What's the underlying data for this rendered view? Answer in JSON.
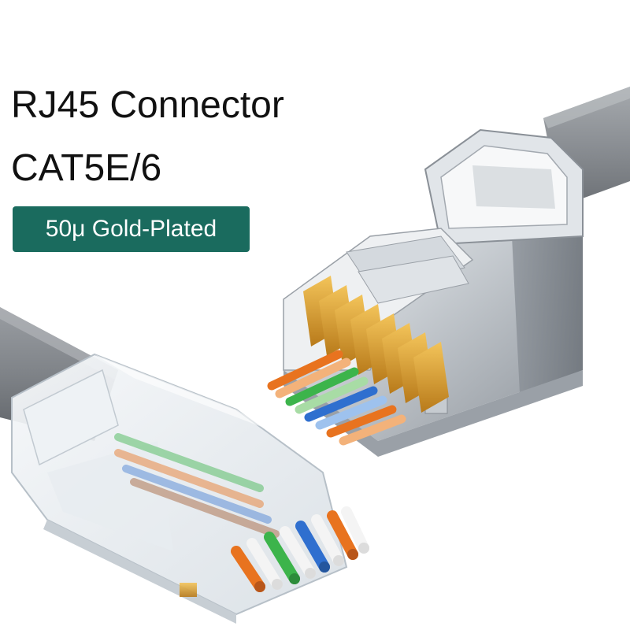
{
  "headline": {
    "line1": "RJ45 Connector",
    "line2": "CAT5E/6"
  },
  "badge": {
    "label": "50μ Gold-Plated",
    "color": "#1a6b5e"
  },
  "illustration": {
    "wire_colors": {
      "orange": "#e8731f",
      "light_orange": "#f3b27a",
      "green": "#3cb44b",
      "light_green": "#a8dca5",
      "blue": "#2f6fcf",
      "light_blue": "#9ec2ee",
      "brown": "#9a4a1a",
      "white": "#f4f4f4"
    },
    "contact_color": "#d99a2b",
    "shield_color": "#c9ced3",
    "cable_color": "#8c9095"
  }
}
